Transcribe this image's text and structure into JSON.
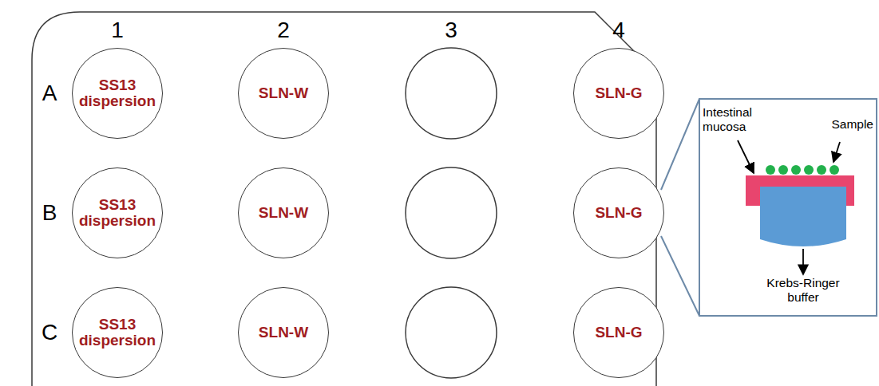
{
  "diagram": {
    "nodes": [
      {
        "text": [
          "SS13 dispersion"
        ]
      },
      {
        "text": [
          "SLN-W"
        ]
      },
      {
        "text": [
          "SLN-G"
        ]
      },
      {
        "text": [
          "SS13 dispersion"
        ]
      },
      {
        "text": [
          "SLN-W"
        ]
      },
      {
        "text": [
          "SLN-G"
        ]
      },
      {
        "text": [
          "SS13 dispersion"
        ]
      },
      {
        "text": [
          "SLN-W"
        ]
      },
      {
        "text": [
          "SLN-G"
        ]
      }
    ],
    "labels": [
      "1",
      "2",
      "3",
      "4",
      "A",
      "B",
      "C",
      "Intestinal mucosa",
      "Sample",
      "Krebs-Ringer buffer"
    ]
  }
}
